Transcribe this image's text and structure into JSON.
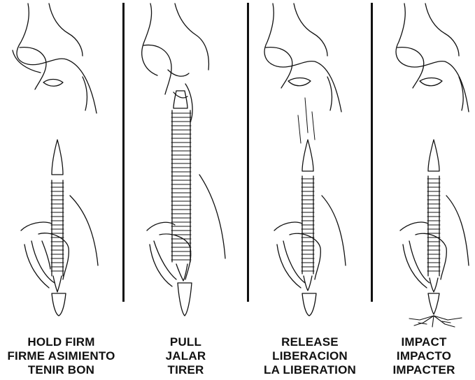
{
  "steps": [
    {
      "id": "hold",
      "lines": [
        "HOLD FIRM",
        "FIRME ASIMIENTO",
        "TENIR BON"
      ]
    },
    {
      "id": "pull",
      "lines": [
        "PULL",
        "JALAR",
        "TIRER"
      ]
    },
    {
      "id": "release",
      "lines": [
        "RELEASE",
        "LIBERACION",
        "LA LIBERATION"
      ]
    },
    {
      "id": "impact",
      "lines": [
        "IMPACT",
        "IMPACTO",
        "IMPACTER"
      ]
    }
  ],
  "colors": {
    "ink": "#111111",
    "background": "#ffffff"
  }
}
